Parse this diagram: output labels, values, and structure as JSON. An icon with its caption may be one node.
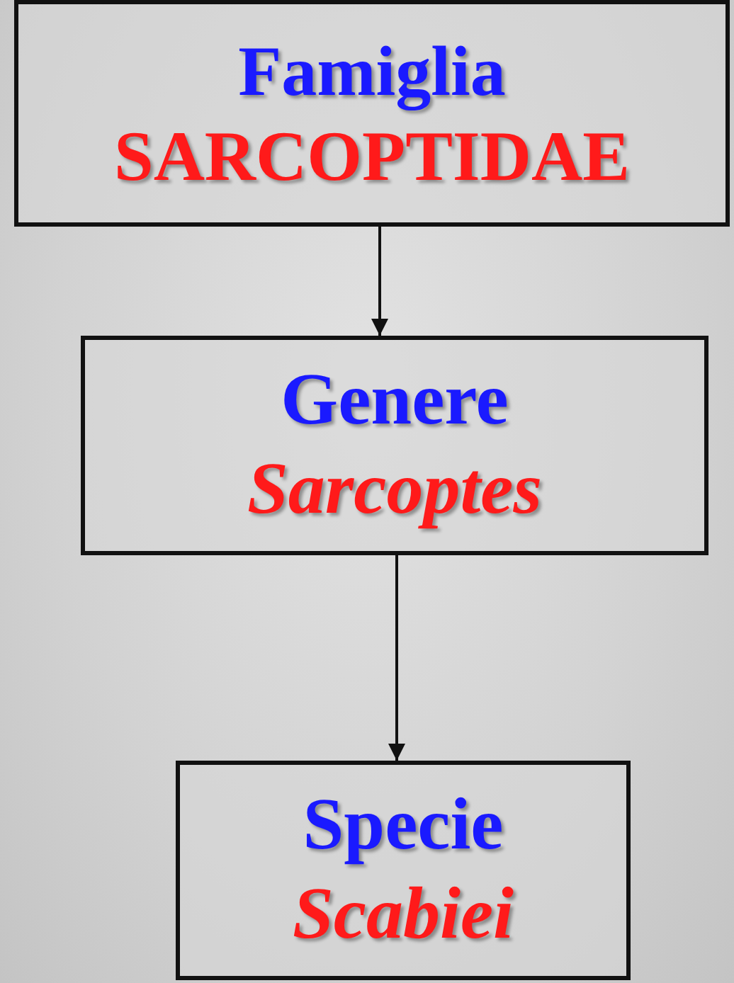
{
  "diagram": {
    "nodes": [
      {
        "text": [
          "Famiglia",
          "SARCOPTIDAE"
        ]
      },
      {
        "text": [
          "Genere",
          "Sarcoptes"
        ]
      },
      {
        "text": [
          "Specie",
          "Scabiei"
        ]
      }
    ],
    "edges": [
      {
        "from": 0,
        "to": 1,
        "arrow": "to"
      },
      {
        "from": 1,
        "to": 2,
        "arrow": "to"
      }
    ]
  }
}
